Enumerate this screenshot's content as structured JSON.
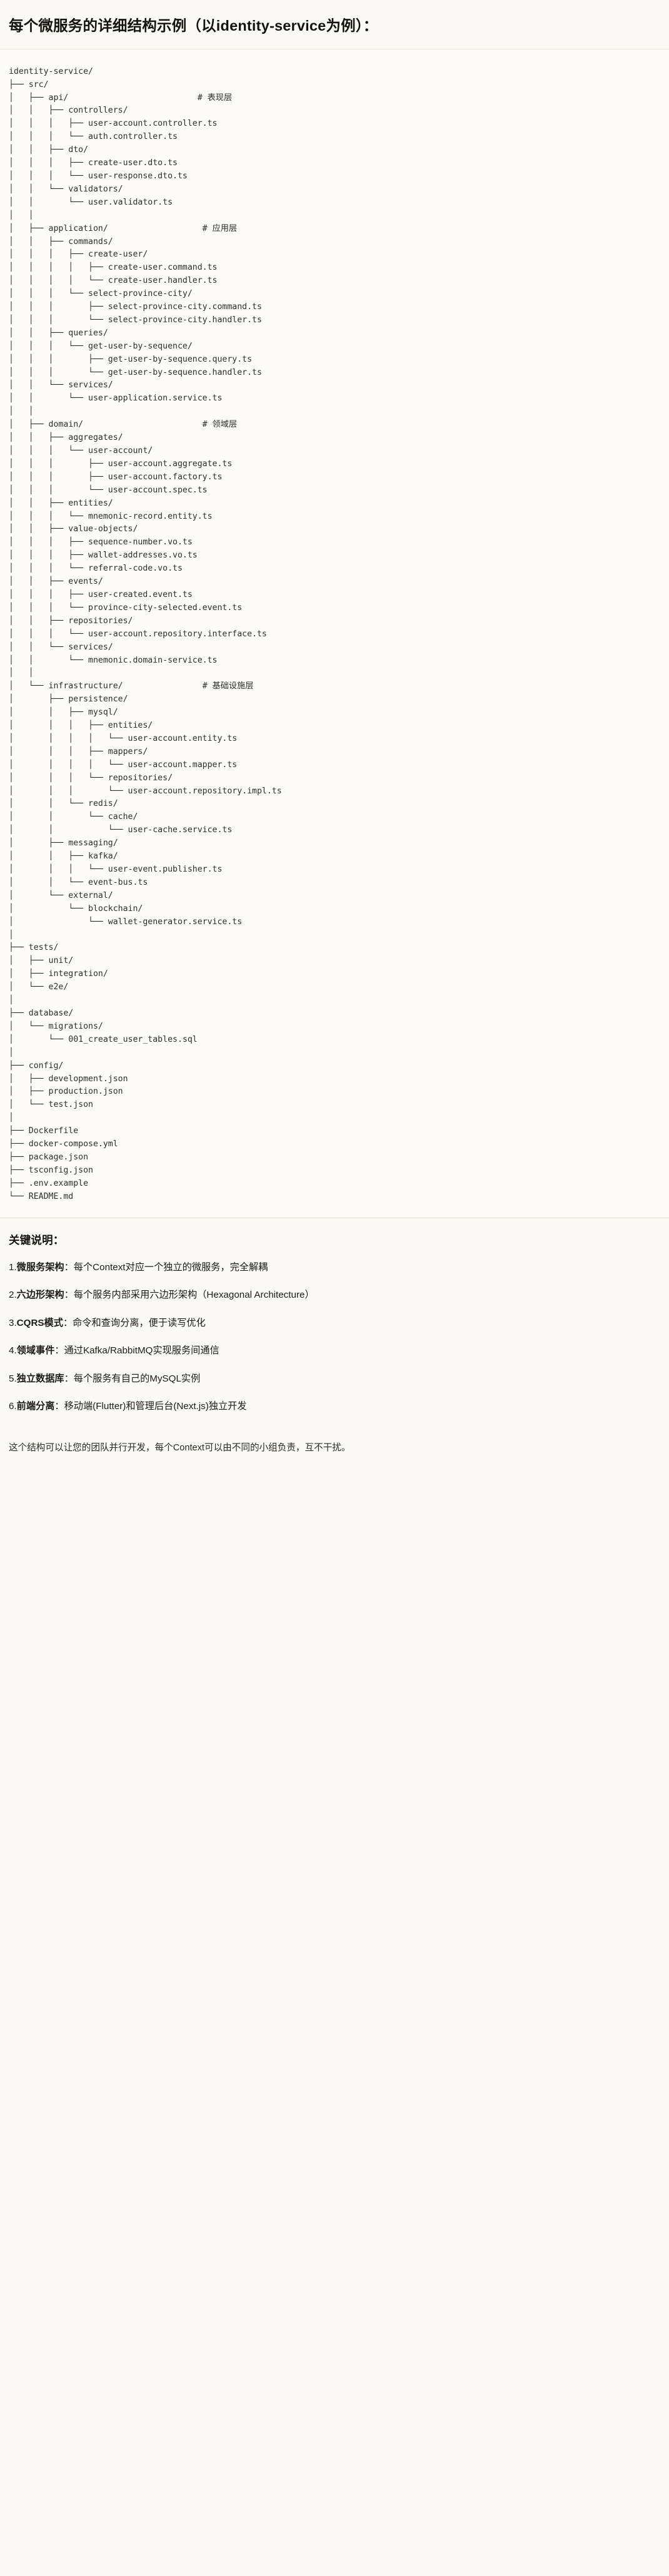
{
  "header": {
    "title": "每个微服务的详细结构示例（以identity-service为例）："
  },
  "tree": {
    "root_label": "identity-service/",
    "lines": [
      "identity-service/",
      "├── src/",
      "│   ├── api/                          # 表现层",
      "│   │   ├── controllers/",
      "│   │   │   ├── user-account.controller.ts",
      "│   │   │   └── auth.controller.ts",
      "│   │   ├── dto/",
      "│   │   │   ├── create-user.dto.ts",
      "│   │   │   └── user-response.dto.ts",
      "│   │   └── validators/",
      "│   │       └── user.validator.ts",
      "│   │",
      "│   ├── application/                   # 应用层",
      "│   │   ├── commands/",
      "│   │   │   ├── create-user/",
      "│   │   │   │   ├── create-user.command.ts",
      "│   │   │   │   └── create-user.handler.ts",
      "│   │   │   └── select-province-city/",
      "│   │   │       ├── select-province-city.command.ts",
      "│   │   │       └── select-province-city.handler.ts",
      "│   │   ├── queries/",
      "│   │   │   └── get-user-by-sequence/",
      "│   │   │       ├── get-user-by-sequence.query.ts",
      "│   │   │       └── get-user-by-sequence.handler.ts",
      "│   │   └── services/",
      "│   │       └── user-application.service.ts",
      "│   │",
      "│   ├── domain/                        # 领域层",
      "│   │   ├── aggregates/",
      "│   │   │   └── user-account/",
      "│   │   │       ├── user-account.aggregate.ts",
      "│   │   │       ├── user-account.factory.ts",
      "│   │   │       └── user-account.spec.ts",
      "│   │   ├── entities/",
      "│   │   │   └── mnemonic-record.entity.ts",
      "│   │   ├── value-objects/",
      "│   │   │   ├── sequence-number.vo.ts",
      "│   │   │   ├── wallet-addresses.vo.ts",
      "│   │   │   └── referral-code.vo.ts",
      "│   │   ├── events/",
      "│   │   │   ├── user-created.event.ts",
      "│   │   │   └── province-city-selected.event.ts",
      "│   │   ├── repositories/",
      "│   │   │   └── user-account.repository.interface.ts",
      "│   │   └── services/",
      "│   │       └── mnemonic.domain-service.ts",
      "│   │",
      "│   └── infrastructure/                # 基础设施层",
      "│       ├── persistence/",
      "│       │   ├── mysql/",
      "│       │   │   ├── entities/",
      "│       │   │   │   └── user-account.entity.ts",
      "│       │   │   ├── mappers/",
      "│       │   │   │   └── user-account.mapper.ts",
      "│       │   │   └── repositories/",
      "│       │   │       └── user-account.repository.impl.ts",
      "│       │   └── redis/",
      "│       │       └── cache/",
      "│       │           └── user-cache.service.ts",
      "│       ├── messaging/",
      "│       │   ├── kafka/",
      "│       │   │   └── user-event.publisher.ts",
      "│       │   └── event-bus.ts",
      "│       └── external/",
      "│           └── blockchain/",
      "│               └── wallet-generator.service.ts",
      "│",
      "├── tests/",
      "│   ├── unit/",
      "│   ├── integration/",
      "│   └── e2e/",
      "│",
      "├── database/",
      "│   └── migrations/",
      "│       └── 001_create_user_tables.sql",
      "│",
      "├── config/",
      "│   ├── development.json",
      "│   ├── production.json",
      "│   └── test.json",
      "│",
      "├── Dockerfile",
      "├── docker-compose.yml",
      "├── package.json",
      "├── tsconfig.json",
      "├── .env.example",
      "└── README.md"
    ],
    "layer_comments": [
      {
        "for": "api/",
        "text": "# 表现层"
      },
      {
        "for": "application/",
        "text": "# 应用层"
      },
      {
        "for": "domain/",
        "text": "# 领域层"
      },
      {
        "for": "infrastructure/",
        "text": "# 基础设施层"
      }
    ]
  },
  "notes": {
    "title": "关键说明：",
    "items": [
      {
        "num": "1.",
        "term": "微服务架构",
        "sep": "：",
        "text": "每个Context对应一个独立的微服务，完全解耦"
      },
      {
        "num": "2.",
        "term": "六边形架构",
        "sep": "：",
        "text": "每个服务内部采用六边形架构（Hexagonal Architecture）"
      },
      {
        "num": "3.",
        "term": "CQRS模式",
        "sep": "：",
        "text": "命令和查询分离，便于读写优化"
      },
      {
        "num": "4.",
        "term": "领域事件",
        "sep": "：",
        "text": "通过Kafka/RabbitMQ实现服务间通信"
      },
      {
        "num": "5.",
        "term": "独立数据库",
        "sep": "：",
        "text": "每个服务有自己的MySQL实例"
      },
      {
        "num": "6.",
        "term": "前端分离",
        "sep": "：",
        "text": "移动端(Flutter)和管理后台(Next.js)独立开发"
      }
    ],
    "footer": "这个结构可以让您的团队并行开发，每个Context可以由不同的小组负责，互不干扰。"
  }
}
